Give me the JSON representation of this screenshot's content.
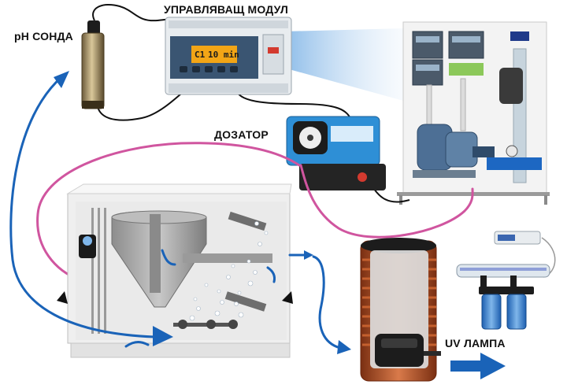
{
  "labels": {
    "ph_probe": "pH СОНДА",
    "controller": "УПРАВЛЯВАЩ МОДУЛ",
    "doser": "ДОЗАТОР",
    "uv_lamp": "UV ЛАМПА"
  },
  "controller_display": {
    "channel": "C1",
    "time": "10 min"
  },
  "colors": {
    "water_flow_arrow": "#1a63b8",
    "dosing_line": "#d0559f",
    "signal_cable": "#111111",
    "controller_display": "#f2a516",
    "doser_body": "#2e8fd6",
    "copper_coil": "#c4602e"
  }
}
